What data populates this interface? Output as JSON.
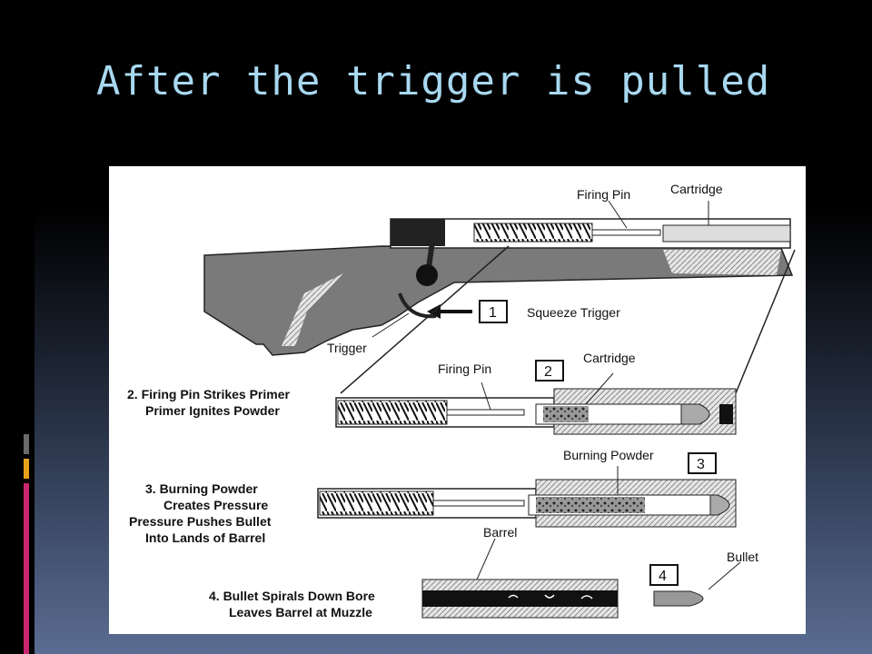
{
  "slide": {
    "title": "After the trigger is pulled"
  },
  "colors": {
    "title": "#a8d8f0",
    "accent_gray": "#6b6b6b",
    "accent_orange": "#e8a01b",
    "accent_magenta": "#c8266e"
  },
  "diagram": {
    "labels": {
      "firing_pin_top": "Firing Pin",
      "cartridge_top": "Cartridge",
      "step1_number": "1",
      "squeeze_trigger": "Squeeze Trigger",
      "trigger": "Trigger",
      "step2_line1": "2. Firing Pin Strikes Primer",
      "step2_line2": "Primer Ignites Powder",
      "firing_pin_2": "Firing Pin",
      "step2_number": "2",
      "cartridge_2": "Cartridge",
      "burning_powder": "Burning Powder",
      "step3_number": "3",
      "step3_line1": "3. Burning Powder",
      "step3_line2": "Creates Pressure",
      "step3_line3": "Pressure Pushes Bullet",
      "step3_line4": "Into Lands of Barrel",
      "barrel": "Barrel",
      "bullet": "Bullet",
      "step4_number": "4",
      "step4_line1": "4. Bullet Spirals Down Bore",
      "step4_line2": "Leaves Barrel at Muzzle"
    }
  }
}
